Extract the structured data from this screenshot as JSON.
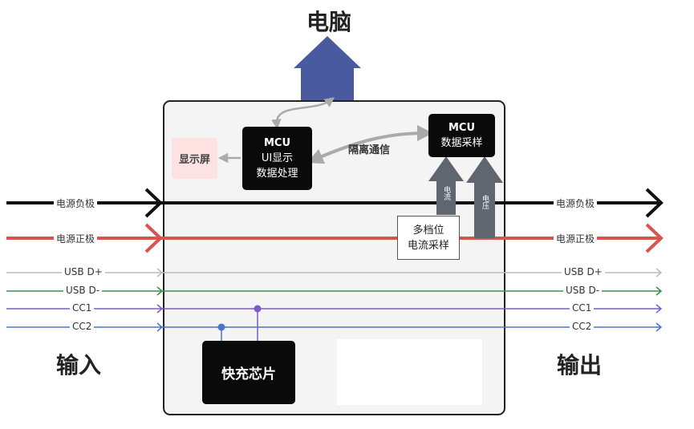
{
  "top_label": "电脑",
  "input_label": "输入",
  "output_label": "输出",
  "mcu_left": {
    "title": "MCU",
    "line1": "UI显示",
    "line2": "数据处理"
  },
  "mcu_right": {
    "title": "MCU",
    "line1": "数据采样"
  },
  "display": "显示屏",
  "isolation": "隔离通信",
  "multi_sample": {
    "line1": "多档位",
    "line2": "电流采样"
  },
  "current_arrow": "电流",
  "voltage_arrow": "电压",
  "fast_chip": "快充芯片",
  "lines": {
    "neg": "电源负极",
    "pos": "电源正极",
    "dplus": "USB D+",
    "dminus": "USB D-",
    "cc1": "CC1",
    "cc2": "CC2"
  },
  "colors": {
    "neg": "#111111",
    "pos": "#d9534f",
    "dplus": "#bbbbbb",
    "dminus": "#3e8e4e",
    "cc1": "#7b5bc7",
    "cc2": "#4a74c9",
    "up_arrow": "#4a5a9e",
    "gray_arrow": "#5f6670"
  }
}
